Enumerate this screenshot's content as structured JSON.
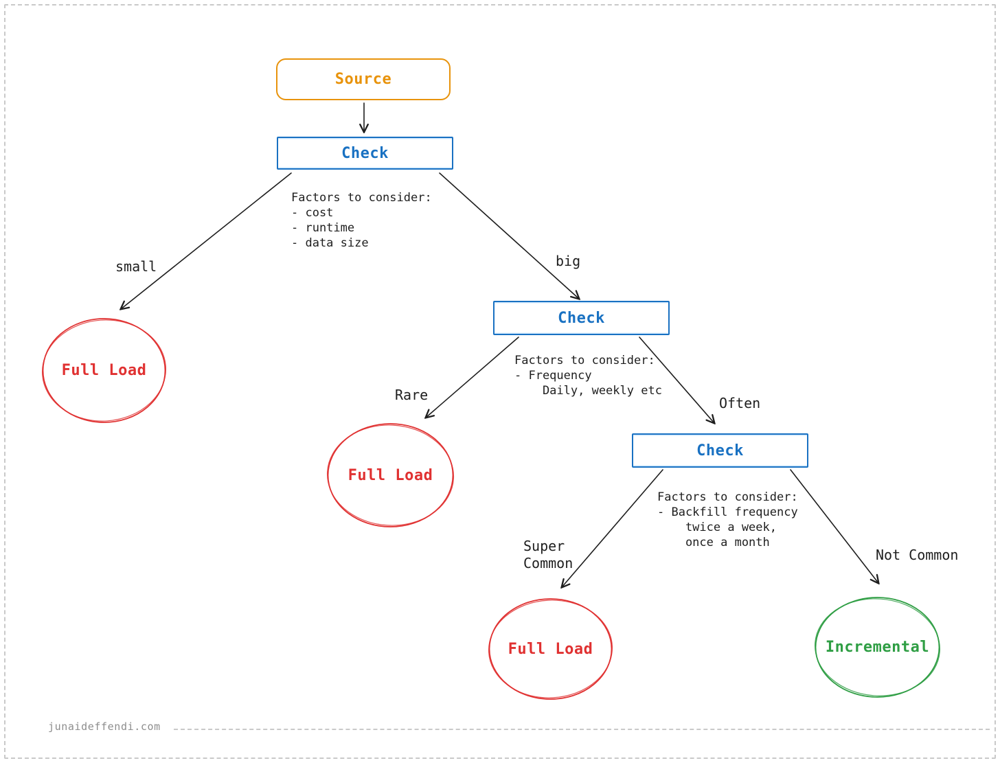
{
  "canvas": {
    "footer_text": "junaideffendi.com"
  },
  "colors": {
    "orange": "#e8930c",
    "blue": "#1971c2",
    "light_blue": "#cfe8ff",
    "red": "#e03131",
    "green": "#2f9e44",
    "ink": "#1e1e1e",
    "muted": "#8d8d8d"
  },
  "nodes": {
    "source": {
      "label": "Source"
    },
    "check_size": {
      "label": "Check"
    },
    "check_frequency": {
      "label": "Check"
    },
    "check_backfill": {
      "label": "Check"
    },
    "full_load_small": {
      "label": "Full Load"
    },
    "full_load_rare": {
      "label": "Full Load"
    },
    "full_load_super_common": {
      "label": "Full Load"
    },
    "incremental": {
      "label": "Incremental"
    }
  },
  "edge_labels": {
    "small": "small",
    "big": "big",
    "rare": "Rare",
    "often": "Often",
    "super_common": "Super\nCommon",
    "not_common": "Not Common"
  },
  "notes": {
    "size_factors": "Factors to consider:\n- cost\n- runtime\n- data size",
    "frequency_factors": "Factors to consider:\n- Frequency\n    Daily, weekly etc",
    "backfill_factors": "Factors to consider:\n- Backfill frequency\n    twice a week,\n    once a month"
  }
}
